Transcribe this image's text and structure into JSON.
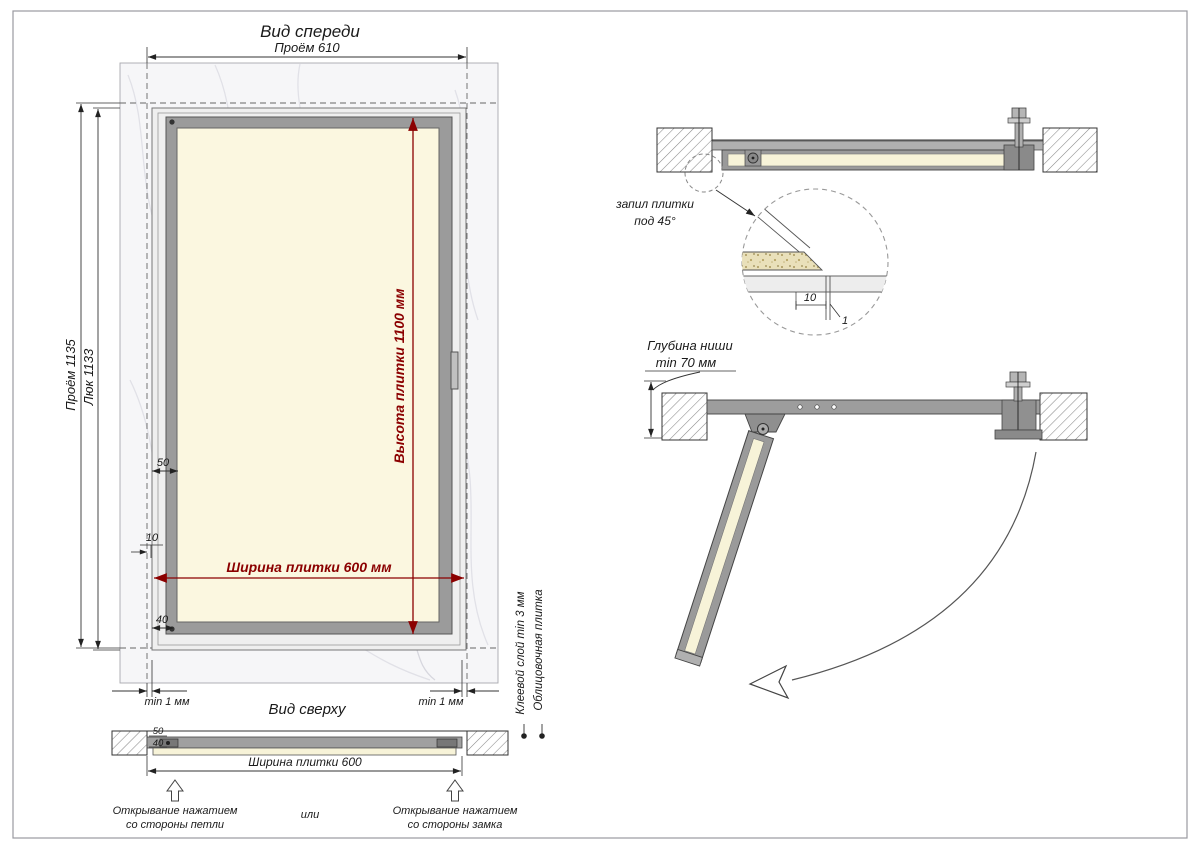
{
  "front_view": {
    "title": "Вид спереди",
    "dim_opening_width": "Проём 610",
    "dim_opening_height": "Проём 1135",
    "dim_hatch_height": "Люк 1133",
    "dim_tile_height": "Высота плитки 1100 мм",
    "dim_tile_width": "Ширина плитки 600 мм",
    "dim_frame_50": "50",
    "dim_offset_10": "10",
    "dim_bottom_40": "40",
    "dim_gap_left": "min 1 мм",
    "dim_gap_right": "min 1 мм"
  },
  "top_view": {
    "title": "Вид сверху",
    "dim_profile_50": "50",
    "dim_profile_40": "40",
    "dim_tile_width": "Ширина плитки 600",
    "label_adhesive_layer": "Клеевой слой min 3 мм",
    "label_facing_tile": "Облицовочная плитка",
    "open_hinge_label_line1": "Открывание нажатием",
    "open_hinge_label_line2": "со стороны петли",
    "or_label": "или",
    "open_lock_label_line1": "Открывание нажатием",
    "open_lock_label_line2": "со стороны замка"
  },
  "section_closed_view": {
    "label_tile_cut_line1": "запил плитки",
    "label_tile_cut_line2": "под 45°",
    "detail_dim_offset": "10",
    "detail_dim_gap": "1"
  },
  "section_open_view": {
    "label_niche_depth_line1": "Глубина ниши",
    "label_niche_depth_line2": "min 70 мм"
  },
  "colors": {
    "dimension_red": "#8b0000",
    "frame_gray": "#9b9b9b",
    "tile_cream": "#fbf7e0",
    "hatch_line": "#8a8a8a"
  }
}
